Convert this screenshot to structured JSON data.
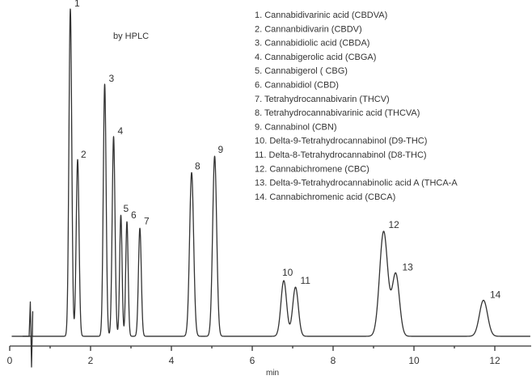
{
  "chart_data": {
    "type": "line",
    "annotation": "by HPLC",
    "xlabel": "min",
    "ylabel": "",
    "xlim": [
      0,
      12.9
    ],
    "ylim": [
      0,
      100
    ],
    "x_ticks": [
      0,
      2,
      4,
      6,
      8,
      10,
      12
    ],
    "grid": false,
    "legend_position": "top-right",
    "line_color": "#333333",
    "baseline": 1.5,
    "peaks": [
      {
        "label": "1",
        "x": 1.5,
        "y": 100,
        "width": 0.035
      },
      {
        "label": "2",
        "x": 1.68,
        "y": 54,
        "width": 0.035
      },
      {
        "label": "3",
        "x": 2.35,
        "y": 77,
        "width": 0.035
      },
      {
        "label": "4",
        "x": 2.57,
        "y": 61,
        "width": 0.035
      },
      {
        "label": "5",
        "x": 2.75,
        "y": 37,
        "width": 0.03
      },
      {
        "label": "6",
        "x": 2.9,
        "y": 35,
        "width": 0.03
      },
      {
        "label": "7",
        "x": 3.22,
        "y": 33,
        "width": 0.035
      },
      {
        "label": "8",
        "x": 4.5,
        "y": 50,
        "width": 0.05
      },
      {
        "label": "9",
        "x": 5.07,
        "y": 55,
        "width": 0.05
      },
      {
        "label": "10",
        "x": 6.78,
        "y": 17,
        "width": 0.07
      },
      {
        "label": "11",
        "x": 7.07,
        "y": 15,
        "width": 0.07
      },
      {
        "label": "12",
        "x": 9.25,
        "y": 32,
        "width": 0.1
      },
      {
        "label": "13",
        "x": 9.55,
        "y": 19,
        "width": 0.09
      },
      {
        "label": "14",
        "x": 11.72,
        "y": 11,
        "width": 0.1
      }
    ],
    "legend": [
      "1. Cannabidivarinic acid (CBDVA)",
      "2. Cannanbidivarin (CBDV)",
      "3. Cannabidiolic acid (CBDA)",
      "4. Cannabigerolic acid (CBGA)",
      "5. Cannabigerol ( CBG)",
      "6. Cannabidiol (CBD)",
      "7. Tetrahydrocannabivarin (THCV)",
      "8. Tetrahydrocannabivarinic acid (THCVA)",
      "9. Cannabinol (CBN)",
      "10. Delta-9-Tetrahydrocannabinol (D9-THC)",
      "11. Delta-8-Tetrahydrocannabinol (D8-THC)",
      "12. Cannabichromene (CBC)",
      "13. Delta-9-Tetrahydrocannabinolic acid A (THCA-A",
      "14. Cannabichromenic acid (CBCA)"
    ]
  }
}
